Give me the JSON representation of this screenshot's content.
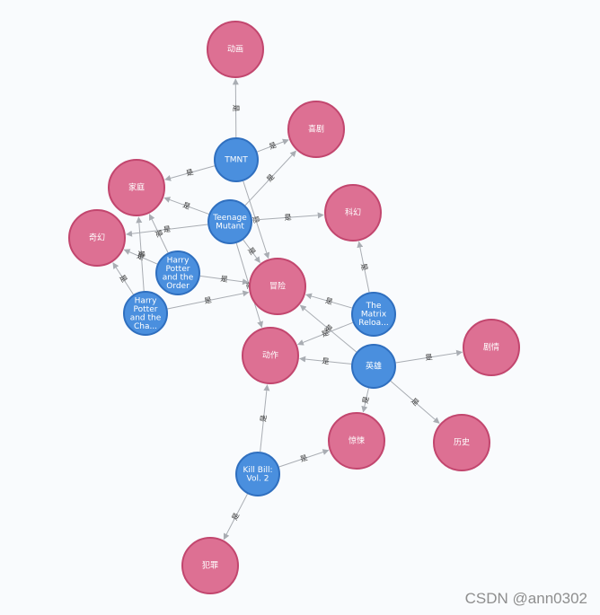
{
  "nodes": [
    {
      "id": "donghua",
      "label": [
        "动画"
      ],
      "kind": "genre"
    },
    {
      "id": "xiju",
      "label": [
        "喜剧"
      ],
      "kind": "genre"
    },
    {
      "id": "jiating",
      "label": [
        "家庭"
      ],
      "kind": "genre"
    },
    {
      "id": "kehuan",
      "label": [
        "科幻"
      ],
      "kind": "genre"
    },
    {
      "id": "qihuan",
      "label": [
        "奇幻"
      ],
      "kind": "genre"
    },
    {
      "id": "maoxian",
      "label": [
        "冒险"
      ],
      "kind": "genre"
    },
    {
      "id": "dongzuo",
      "label": [
        "动作"
      ],
      "kind": "genre"
    },
    {
      "id": "juqing",
      "label": [
        "剧情"
      ],
      "kind": "genre"
    },
    {
      "id": "jingsong",
      "label": [
        "惊悚"
      ],
      "kind": "genre"
    },
    {
      "id": "lishi",
      "label": [
        "历史"
      ],
      "kind": "genre"
    },
    {
      "id": "fanzui",
      "label": [
        "犯罪"
      ],
      "kind": "genre"
    },
    {
      "id": "tmnt",
      "label": [
        "TMNT"
      ],
      "kind": "movie"
    },
    {
      "id": "teenage",
      "label": [
        "Teenage",
        "Mutant"
      ],
      "kind": "movie"
    },
    {
      "id": "hp_order",
      "label": [
        "Harry",
        "Potter",
        "and the",
        "Order"
      ],
      "kind": "movie"
    },
    {
      "id": "hp_cha",
      "label": [
        "Harry",
        "Potter",
        "and the",
        "Cha..."
      ],
      "kind": "movie"
    },
    {
      "id": "matrix",
      "label": [
        "The",
        "Matrix",
        "Reloa..."
      ],
      "kind": "movie"
    },
    {
      "id": "yingxiong",
      "label": [
        "英雄"
      ],
      "kind": "movie"
    },
    {
      "id": "killbill",
      "label": [
        "Kill Bill:",
        "Vol. 2"
      ],
      "kind": "movie"
    }
  ],
  "edges": [
    {
      "source": "tmnt",
      "target": "donghua",
      "label": "是"
    },
    {
      "source": "tmnt",
      "target": "xiju",
      "label": "是"
    },
    {
      "source": "tmnt",
      "target": "jiating",
      "label": "是"
    },
    {
      "source": "tmnt",
      "target": "maoxian",
      "label": "是"
    },
    {
      "source": "teenage",
      "target": "xiju",
      "label": "是"
    },
    {
      "source": "teenage",
      "target": "jiating",
      "label": "是"
    },
    {
      "source": "teenage",
      "target": "kehuan",
      "label": "是"
    },
    {
      "source": "teenage",
      "target": "qihuan",
      "label": "是"
    },
    {
      "source": "teenage",
      "target": "maoxian",
      "label": "是"
    },
    {
      "source": "teenage",
      "target": "dongzuo",
      "label": "是"
    },
    {
      "source": "hp_order",
      "target": "jiating",
      "label": "是"
    },
    {
      "source": "hp_order",
      "target": "qihuan",
      "label": "是"
    },
    {
      "source": "hp_order",
      "target": "maoxian",
      "label": "是"
    },
    {
      "source": "hp_cha",
      "target": "jiating",
      "label": "是"
    },
    {
      "source": "hp_cha",
      "target": "qihuan",
      "label": "是"
    },
    {
      "source": "hp_cha",
      "target": "maoxian",
      "label": "是"
    },
    {
      "source": "matrix",
      "target": "kehuan",
      "label": "是"
    },
    {
      "source": "matrix",
      "target": "maoxian",
      "label": "是"
    },
    {
      "source": "matrix",
      "target": "dongzuo",
      "label": "是"
    },
    {
      "source": "yingxiong",
      "target": "maoxian",
      "label": "是"
    },
    {
      "source": "yingxiong",
      "target": "dongzuo",
      "label": "是"
    },
    {
      "source": "yingxiong",
      "target": "juqing",
      "label": "是"
    },
    {
      "source": "yingxiong",
      "target": "jingsong",
      "label": "是"
    },
    {
      "source": "yingxiong",
      "target": "lishi",
      "label": "是"
    },
    {
      "source": "killbill",
      "target": "dongzuo",
      "label": "是"
    },
    {
      "source": "killbill",
      "target": "jingsong",
      "label": "是"
    },
    {
      "source": "killbill",
      "target": "fanzui",
      "label": "是"
    }
  ],
  "colors": {
    "genre_fill": "#dd7093",
    "movie_fill": "#4a8fde",
    "edge": "#a9adb3"
  },
  "watermark": "CSDN @ann0302"
}
